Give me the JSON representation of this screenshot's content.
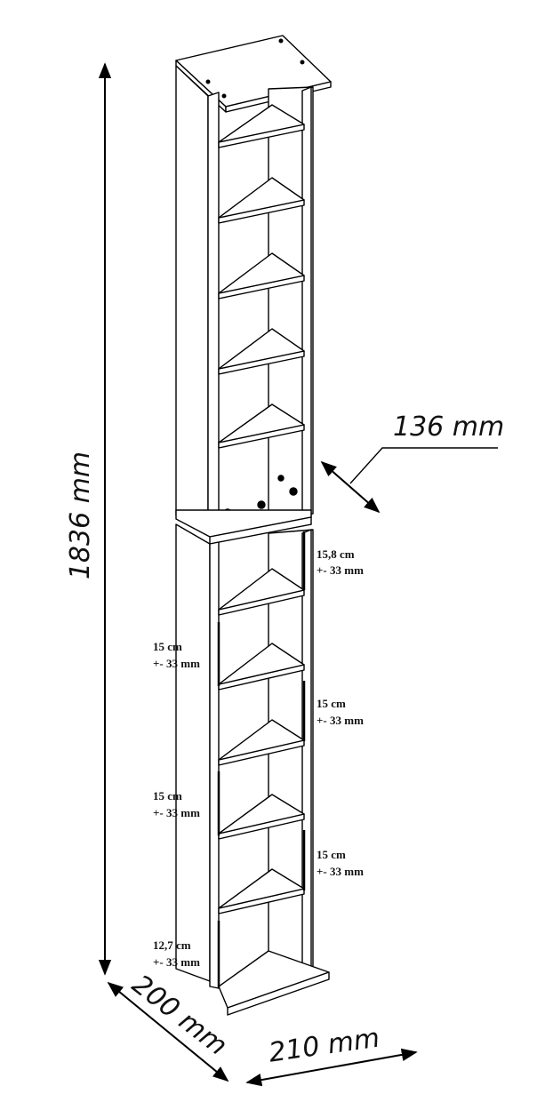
{
  "dimensions": {
    "height": "1836 mm",
    "depth_top": "136 mm",
    "depth_bottom": "200 mm",
    "width": "210 mm"
  },
  "compartments": {
    "c1": {
      "size": "15,8 cm",
      "tolerance": "+- 33 mm"
    },
    "c2": {
      "size": "15 cm",
      "tolerance": "+- 33 mm"
    },
    "c3": {
      "size": "15 cm",
      "tolerance": "+- 33 mm"
    },
    "c4": {
      "size": "15 cm",
      "tolerance": "+- 33 mm"
    },
    "c5": {
      "size": "15 cm",
      "tolerance": "+- 33 mm"
    },
    "c6": {
      "size": "12,7 cm",
      "tolerance": "+- 33 mm"
    }
  }
}
